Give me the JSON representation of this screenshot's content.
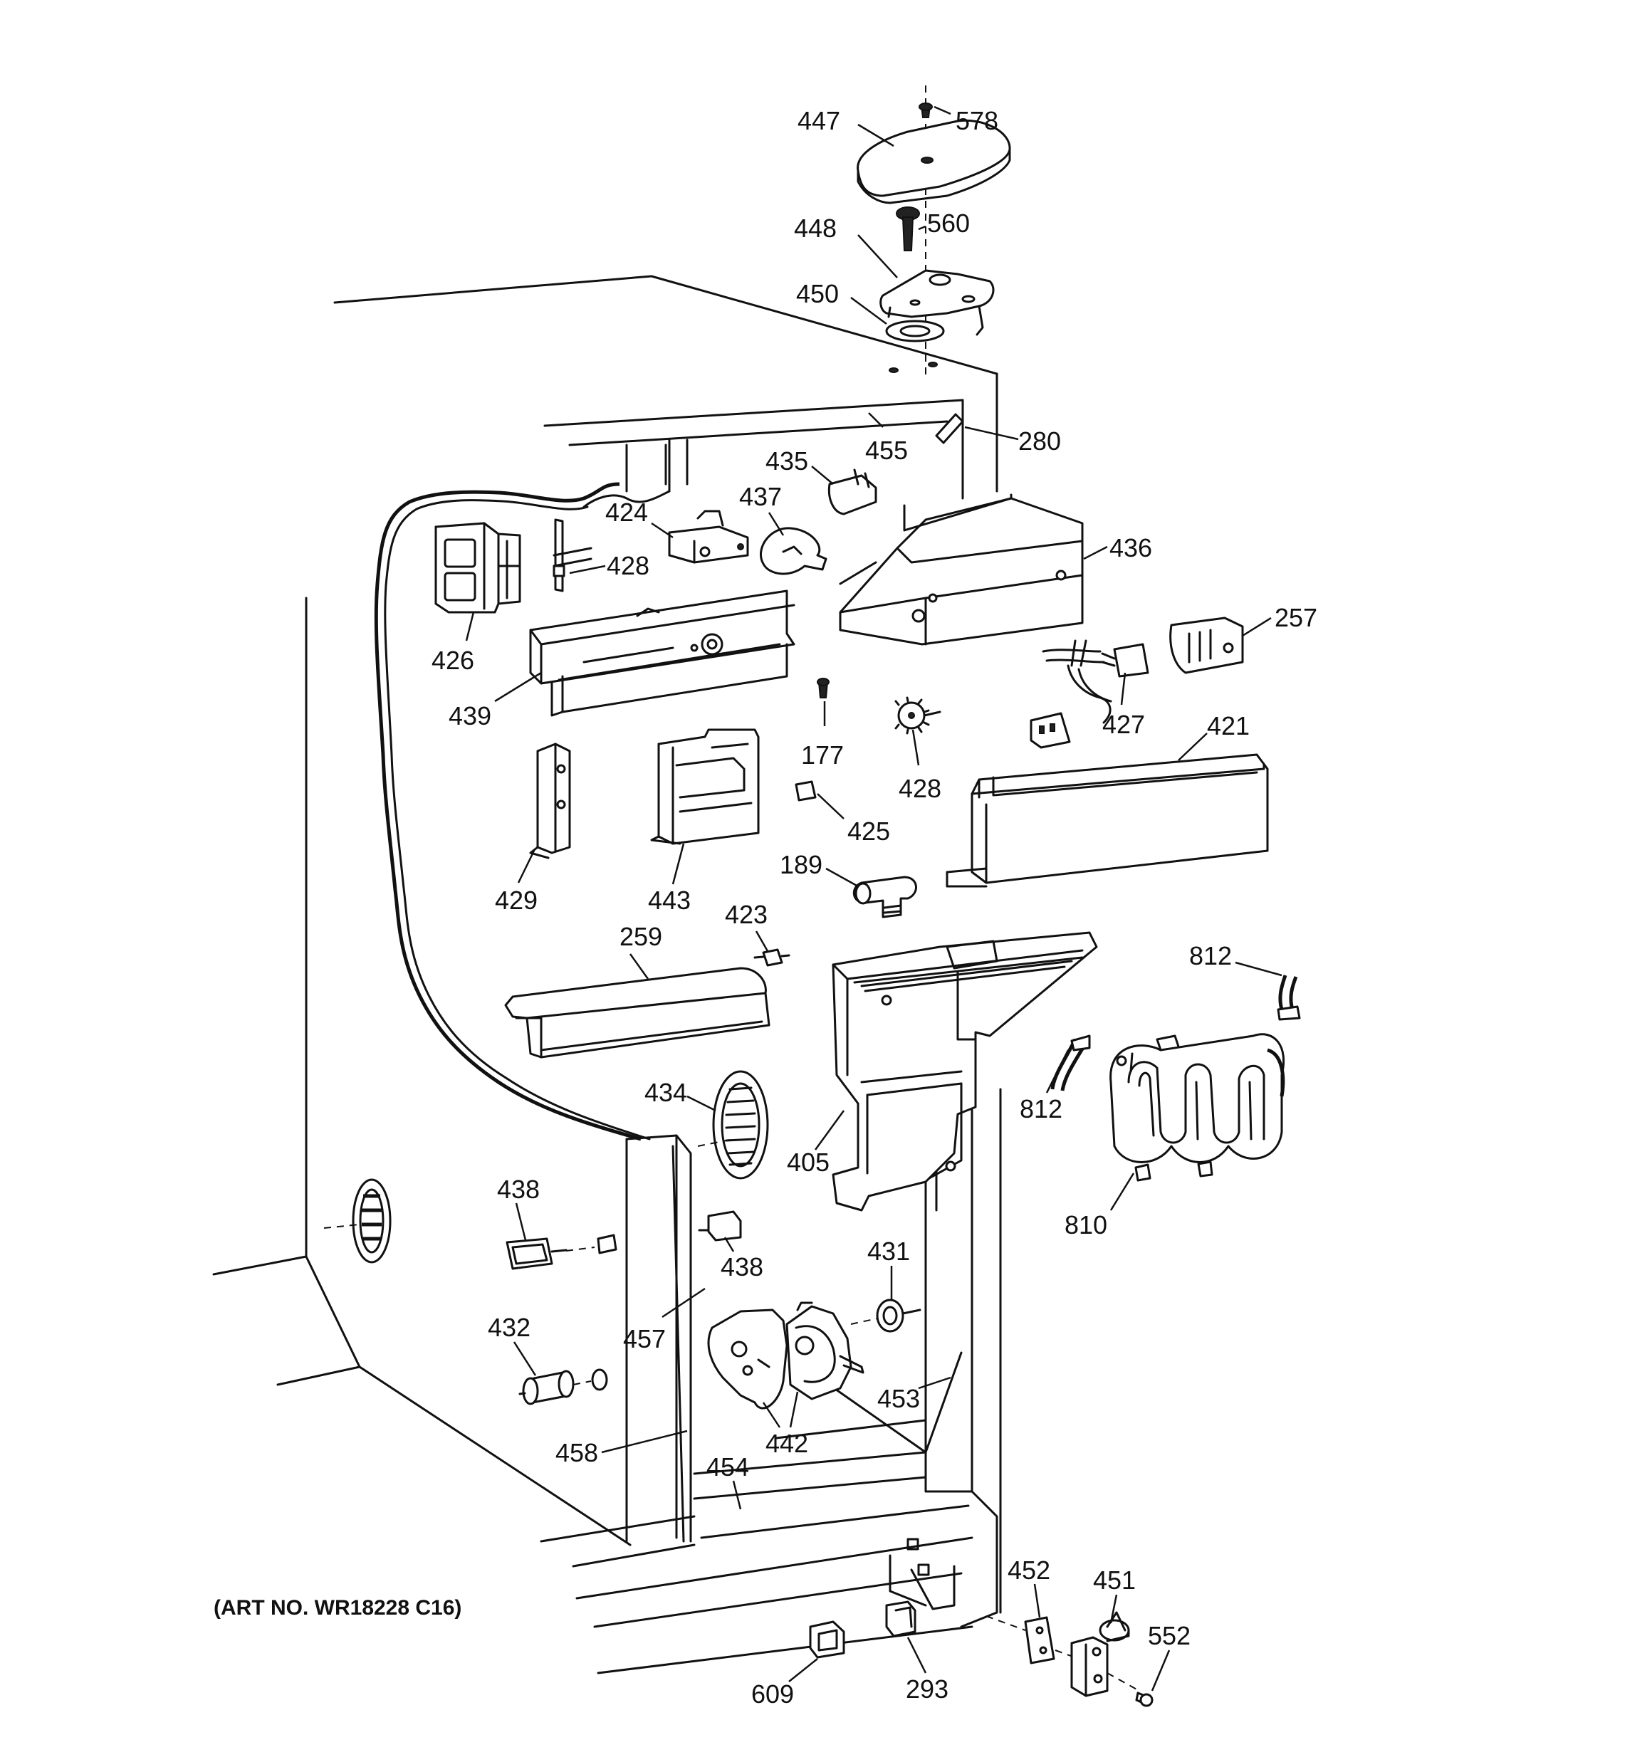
{
  "art_number": "(ART NO. WR18228 C16)",
  "part_labels": [
    {
      "id": "447",
      "text": "447"
    },
    {
      "id": "578",
      "text": "578"
    },
    {
      "id": "448",
      "text": "448"
    },
    {
      "id": "560",
      "text": "560"
    },
    {
      "id": "450",
      "text": "450"
    },
    {
      "id": "280",
      "text": "280"
    },
    {
      "id": "455",
      "text": "455"
    },
    {
      "id": "435",
      "text": "435"
    },
    {
      "id": "437",
      "text": "437"
    },
    {
      "id": "424",
      "text": "424"
    },
    {
      "id": "428a",
      "text": "428"
    },
    {
      "id": "436",
      "text": "436"
    },
    {
      "id": "426",
      "text": "426"
    },
    {
      "id": "257",
      "text": "257"
    },
    {
      "id": "439",
      "text": "439"
    },
    {
      "id": "427",
      "text": "427"
    },
    {
      "id": "177",
      "text": "177"
    },
    {
      "id": "421",
      "text": "421"
    },
    {
      "id": "428b",
      "text": "428"
    },
    {
      "id": "425",
      "text": "425"
    },
    {
      "id": "429",
      "text": "429"
    },
    {
      "id": "443",
      "text": "443"
    },
    {
      "id": "189",
      "text": "189"
    },
    {
      "id": "423",
      "text": "423"
    },
    {
      "id": "259",
      "text": "259"
    },
    {
      "id": "812a",
      "text": "812"
    },
    {
      "id": "434",
      "text": "434"
    },
    {
      "id": "405",
      "text": "405"
    },
    {
      "id": "812b",
      "text": "812"
    },
    {
      "id": "810",
      "text": "810"
    },
    {
      "id": "438a",
      "text": "438"
    },
    {
      "id": "438b",
      "text": "438"
    },
    {
      "id": "431",
      "text": "431"
    },
    {
      "id": "457",
      "text": "457"
    },
    {
      "id": "432",
      "text": "432"
    },
    {
      "id": "453",
      "text": "453"
    },
    {
      "id": "442",
      "text": "442"
    },
    {
      "id": "458",
      "text": "458"
    },
    {
      "id": "454",
      "text": "454"
    },
    {
      "id": "452",
      "text": "452"
    },
    {
      "id": "451",
      "text": "451"
    },
    {
      "id": "552",
      "text": "552"
    },
    {
      "id": "609",
      "text": "609"
    },
    {
      "id": "293",
      "text": "293"
    }
  ]
}
